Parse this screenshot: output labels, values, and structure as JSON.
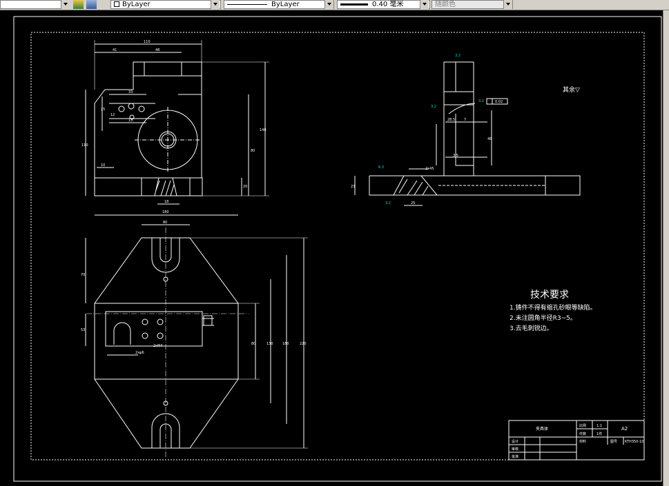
{
  "toolbar": {
    "layer_value": "ByLayer",
    "linetype_value": "ByLayer",
    "lineweight_value": "0.40 毫米",
    "plotstyle_value": "随颜色"
  },
  "drawing": {
    "tech_requirements": {
      "title": "技术要求",
      "items": [
        "1.铸件不得有缩孔砂眼等缺陷。",
        "2.未注圆角半径R3~5。",
        "3.去毛刺锐边。"
      ]
    },
    "roughness_note": "其余▽",
    "title_block": {
      "name": "夹具体",
      "scale_label": "比例",
      "scale_value": "1:1",
      "qty_label": "件数",
      "qty_value": "1件",
      "size": "A2",
      "drawing_no_label": "图号",
      "drawing_no": "KTH350-10",
      "material_label": "材料",
      "designed": "设计",
      "checked": "审核",
      "approved": "批准"
    },
    "dims_front": [
      "110",
      "41",
      "48",
      "33",
      "25",
      "12",
      "13",
      "110",
      "140",
      "80",
      "20",
      "10",
      "18",
      "12"
    ],
    "dims_side": [
      "3.2",
      "3.2",
      "3.2",
      "28.5",
      "7",
      "3.5",
      "48",
      "2x45",
      "6.3",
      "25",
      "3.2",
      "23",
      "0.02"
    ],
    "dims_top": [
      "180",
      "80",
      "70",
      "53",
      "220",
      "180",
      "130",
      "80",
      "2xM4",
      "2xφ6"
    ]
  }
}
